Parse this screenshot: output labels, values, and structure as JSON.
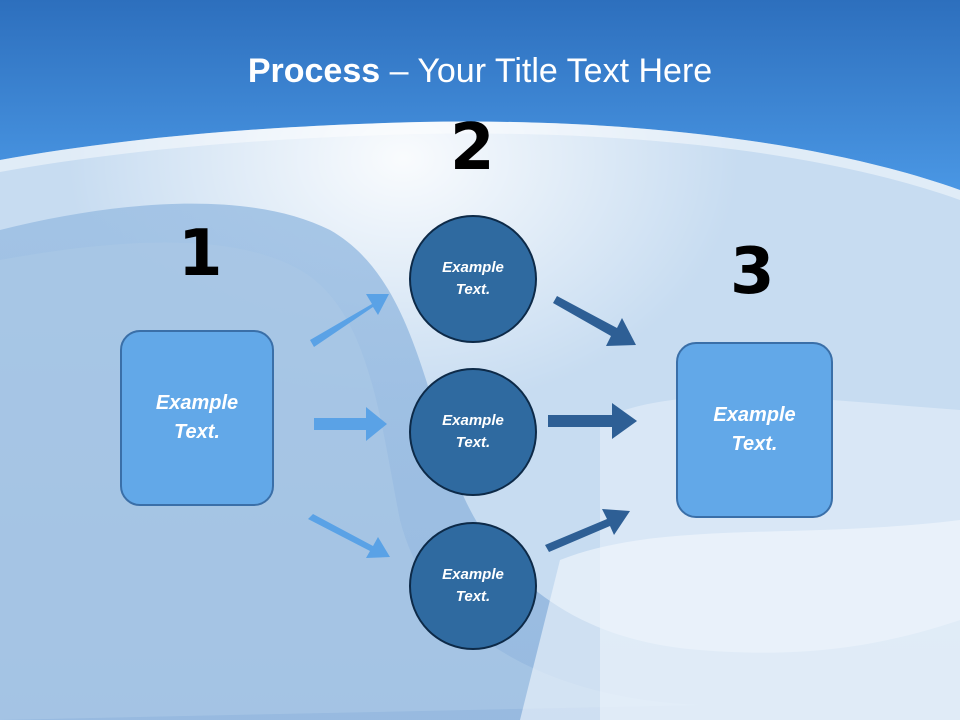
{
  "slide": {
    "title_bold": "Process",
    "title_dash": " – ",
    "title_rest": "Your Title Text Here"
  },
  "steps": {
    "n1": "1",
    "n2": "2",
    "n3": "3"
  },
  "left_box": {
    "line1": "Example",
    "line2": "Text."
  },
  "right_box": {
    "line1": "Example",
    "line2": "Text."
  },
  "circles": [
    {
      "line1": "Example",
      "line2": "Text."
    },
    {
      "line1": "Example",
      "line2": "Text."
    },
    {
      "line1": "Example",
      "line2": "Text."
    }
  ],
  "colors": {
    "header_blue": "#3a86d8",
    "light_box": "#62a8e8",
    "dark_circle": "#2f6aa0",
    "light_arrow": "#5aa2e6",
    "dark_arrow": "#2e5f95"
  }
}
